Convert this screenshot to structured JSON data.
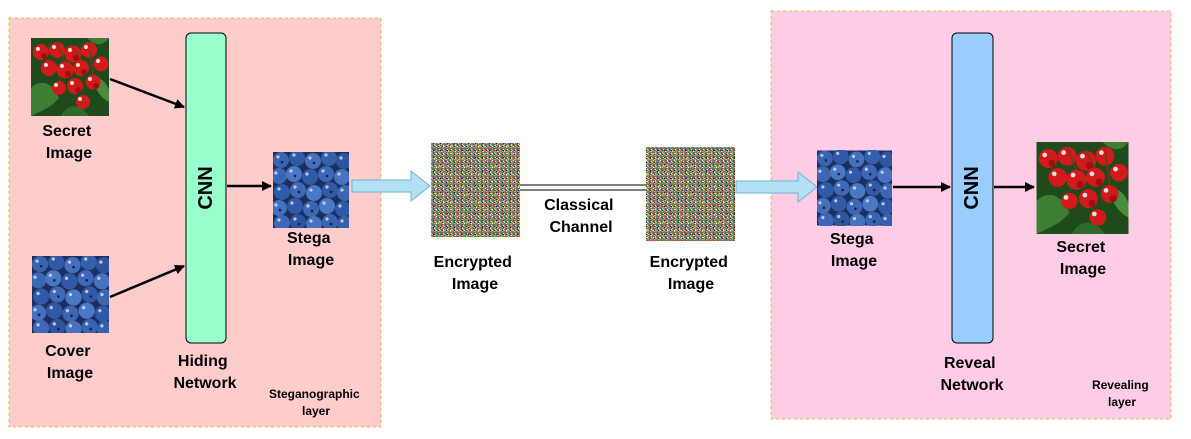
{
  "hiding_side": {
    "secret_label": [
      "Secret",
      "Image"
    ],
    "cover_label": [
      "Cover",
      "Image"
    ],
    "cnn_label": "CNN",
    "network_label": [
      "Hiding",
      "Network"
    ],
    "stega_label": [
      "Stega",
      "Image"
    ],
    "layer_label": [
      "Steganographic",
      "layer"
    ]
  },
  "channel": {
    "encrypted_left_label": [
      "Encrypted",
      "Image"
    ],
    "channel_label": [
      "Classical",
      "Channel"
    ],
    "encrypted_right_label": [
      "Encrypted",
      "Image"
    ]
  },
  "reveal_side": {
    "stega_label": [
      "Stega",
      "Image"
    ],
    "cnn_label": "CNN",
    "network_label": [
      "Reveal",
      "Network"
    ],
    "secret_label": [
      "Secret",
      "Image"
    ],
    "layer_label": [
      "Revealing",
      "layer"
    ]
  },
  "colors": {
    "hiding_layer_fill": "#ffcccc",
    "revealing_layer_fill": "#ffcce6",
    "layer_border": "#e6b84d",
    "hiding_cnn_fill": "#99ffcc",
    "reveal_cnn_fill": "#99ccff",
    "transfer_arrow_fill": "#b3e0f2",
    "transfer_arrow_stroke": "#6ab3d6",
    "blueberry": "#2f5aa8",
    "currant": "#d11a1a",
    "leaf": "#2e6b2a"
  },
  "icons": {
    "secret_image": "red-currants-photo",
    "cover_image": "blueberries-photo",
    "stega_image": "blueberries-photo",
    "encrypted_image": "noise-image",
    "revealed_secret_image": "red-currants-photo"
  }
}
